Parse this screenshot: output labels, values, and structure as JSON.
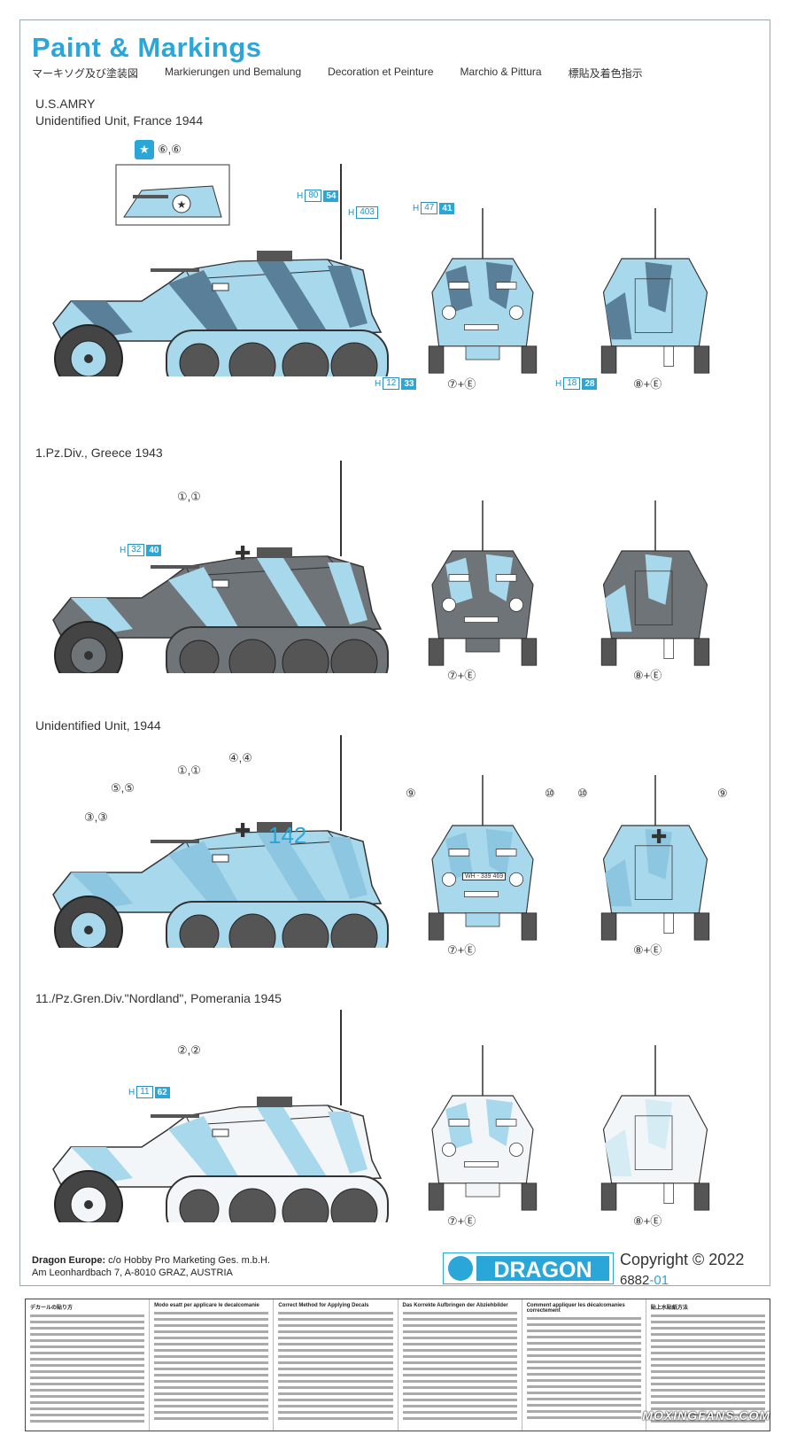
{
  "header": {
    "title": "Paint & Markings",
    "langs": [
      "マーキソグ及び塗装図",
      "Markierungen und Bemalung",
      "Decoration et Peinture",
      "Marchio & Pittura",
      "標貼及着色指示"
    ]
  },
  "sections": [
    {
      "line1": "U.S.AMRY",
      "line2": "Unidentified Unit, France 1944",
      "inset_callout": "⑥,⑥",
      "h_labels": [
        {
          "h": "H",
          "a": "80",
          "b": "54"
        },
        {
          "h": "H",
          "a": "403",
          "b": ""
        },
        {
          "h": "H",
          "a": "47",
          "b": "41"
        },
        {
          "h": "H",
          "a": "12",
          "b": "33"
        },
        {
          "h": "H",
          "a": "18",
          "b": "28"
        }
      ],
      "front_callout": "⑦+Ⓔ",
      "rear_callout": "⑧+Ⓔ"
    },
    {
      "line1": "1.Pz.Div., Greece 1943",
      "side_callout": "①,①",
      "h_labels": [
        {
          "h": "H",
          "a": "32",
          "b": "40"
        }
      ],
      "front_callout": "⑦+Ⓔ",
      "rear_callout": "⑧+Ⓔ"
    },
    {
      "line1": "Unidentified Unit, 1944",
      "callouts": [
        "①,①",
        "④,④",
        "⑤,⑤",
        "③,③"
      ],
      "hull_number": "142",
      "plate": "WH - 339 469",
      "front_side_callouts": [
        "⑨",
        "⑩"
      ],
      "rear_side_callouts": [
        "⑩",
        "⑨"
      ],
      "front_callout": "⑦+Ⓔ",
      "rear_callout": "⑧+Ⓔ"
    },
    {
      "line1": "11./Pz.Gren.Div.\"Nordland\", Pomerania 1945",
      "side_callout": "②,②",
      "h_labels": [
        {
          "h": "H",
          "a": "11",
          "b": "62"
        }
      ],
      "front_callout": "⑦+Ⓔ",
      "rear_callout": "⑧+Ⓔ"
    }
  ],
  "footer": {
    "address_bold": "Dragon Europe:",
    "address1": " c/o Hobby Pro Marketing Ges. m.b.H.",
    "address2": "Am Leonhardbach 7, A-8010 GRAZ, AUSTRIA",
    "brand": "DRAGON",
    "copyright": "Copyright © 2022",
    "code_main": "6882",
    "code_suffix": "-01"
  },
  "instructions": [
    "デカールの貼り方",
    "Modo esatt per applicare le decalcomanie",
    "Correct Method for Applying Decals",
    "Das Korrekte Aufbringen der Abziehbilder",
    "Comment appliquer les décalcomanies correctement",
    "貼上水貼紙方法"
  ],
  "watermark": "MOXINGFANS.COM",
  "colors": {
    "accent": "#2aa6d8",
    "camo_light": "#a8d8ec",
    "camo_dark": "#5a7f98",
    "grey": "#6f7478"
  }
}
